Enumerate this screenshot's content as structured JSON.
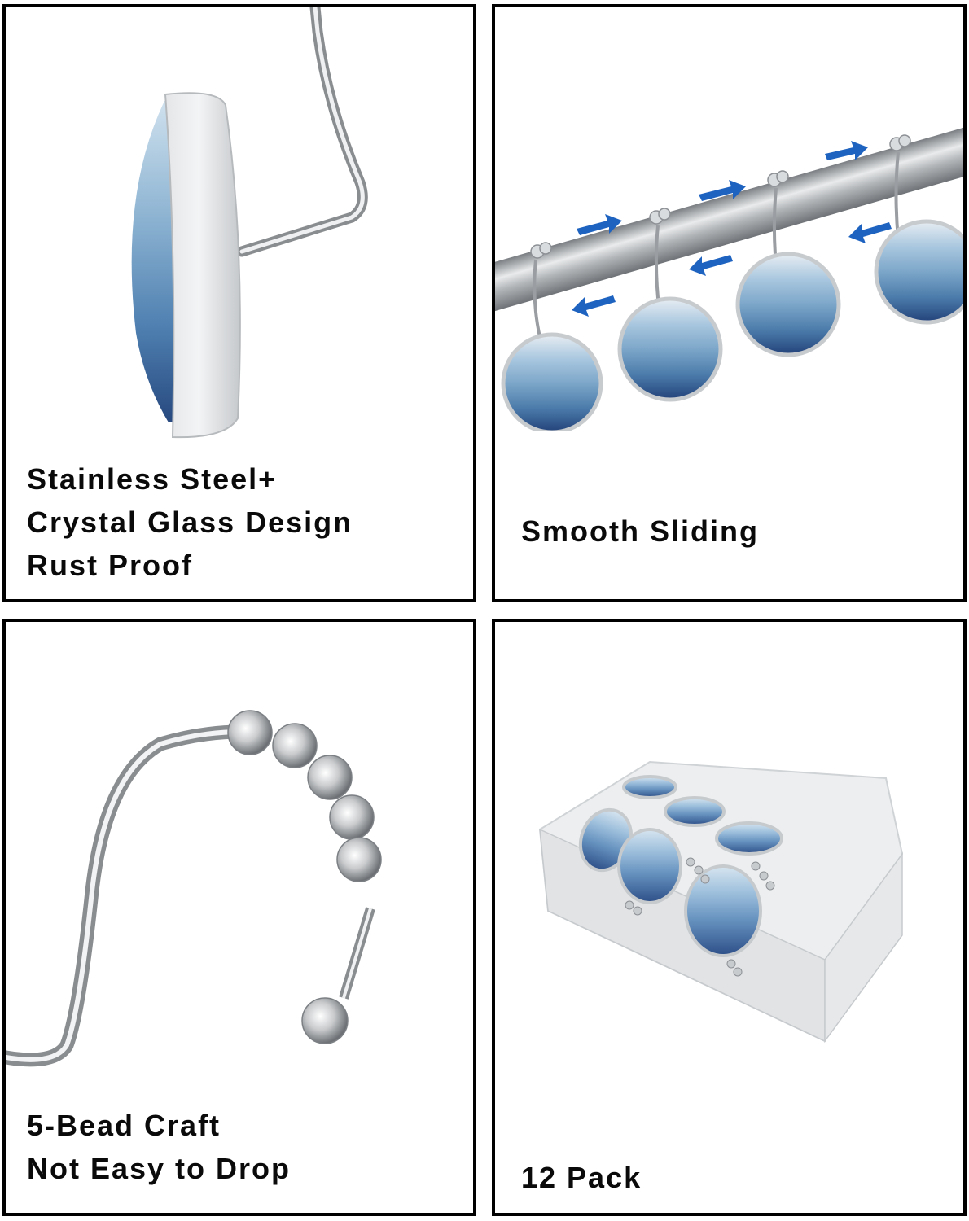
{
  "panels": [
    {
      "id": "material",
      "caption_lines": [
        "Stainless Steel+",
        "Crystal Glass Design",
        "Rust Proof"
      ],
      "illustration": "hook-side-view"
    },
    {
      "id": "sliding",
      "caption_lines": [
        "Smooth Sliding"
      ],
      "illustration": "hooks-on-rod-with-arrows"
    },
    {
      "id": "beads",
      "caption_lines": [
        "5-Bead Craft",
        "Not Easy to Drop"
      ],
      "illustration": "five-bead-hook"
    },
    {
      "id": "pack",
      "caption_lines": [
        "12 Pack"
      ],
      "illustration": "hooks-in-clear-box"
    }
  ],
  "colors": {
    "border": "#000000",
    "arrow": "#1f63c0",
    "glass_light": "#b9d3e6",
    "glass_mid": "#6f9bc2",
    "glass_dark": "#2b4f86",
    "metal": "#cfd2d5"
  }
}
